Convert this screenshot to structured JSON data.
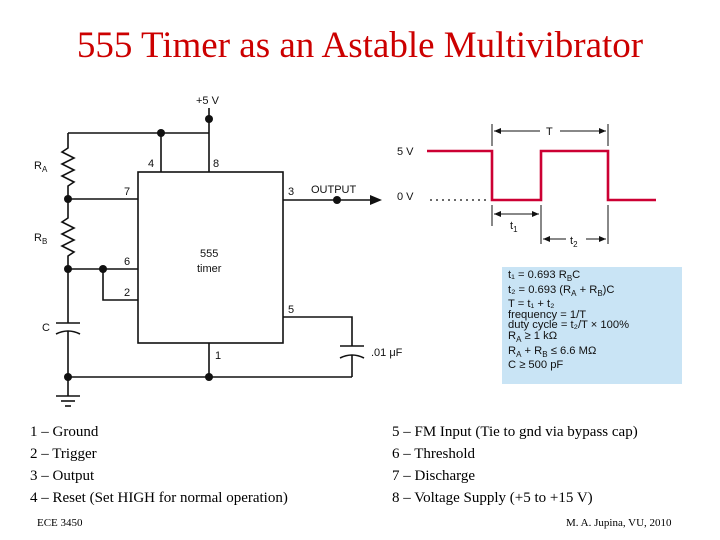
{
  "title": "555 Timer as an Astable Multivibrator",
  "circuit": {
    "supply_label": "+5 V",
    "ic_name": "555",
    "ic_sub": "timer",
    "pin_4": "4",
    "pin_8": "8",
    "pin_7": "7",
    "pin_6": "6",
    "pin_2": "2",
    "pin_3": "3",
    "pin_5": "5",
    "pin_1": "1",
    "output_label": "OUTPUT",
    "ra_main": "R",
    "ra_sub": "A",
    "rb_main": "R",
    "rb_sub": "B",
    "c_label": "C",
    "cap_label": ".01 μF"
  },
  "waveform": {
    "v_high": "5 V",
    "v_low": "0 V",
    "period": "T",
    "t1_main": "t",
    "t1_sub": "1",
    "t2_main": "t",
    "t2_sub": "2"
  },
  "formulas": [
    "t₁ = 0.693 R_BC",
    "t₂ = 0.693 (R_A + R_B)C",
    "T = t₁ + t₂",
    "frequency = 1/T",
    "duty cycle = t₂/T × 100%",
    "R_A ≥ 1 kΩ",
    "R_A + R_B ≤ 6.6 MΩ",
    "C ≥ 500 pF"
  ],
  "pins_left": [
    "1 – Ground",
    "2 – Trigger",
    "3 – Output",
    "4 – Reset (Set HIGH for normal operation)"
  ],
  "pins_right": [
    "5 – FM Input (Tie to gnd via bypass cap)",
    "6 – Threshold",
    "7 – Discharge",
    "8 – Voltage Supply (+5 to +15 V)"
  ],
  "footer": {
    "left": "ECE 3450",
    "right": "M. A. Jupina, VU, 2010"
  },
  "colors": {
    "title": "#cc0000",
    "waveform": "#cc0033",
    "formula_bg": "#c9e4f5"
  }
}
